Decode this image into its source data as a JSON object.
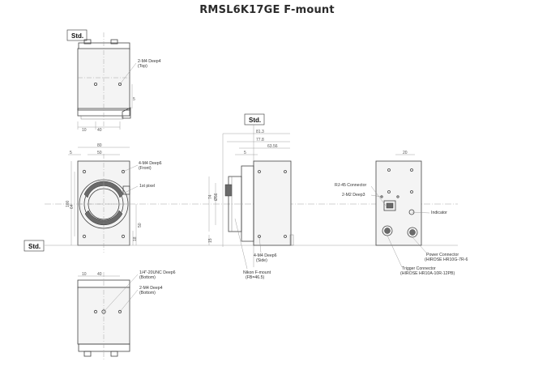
{
  "title": "RMSL6K17GE F-mount",
  "std_labels": {
    "top": "Std.",
    "side": "Std.",
    "left": "Std."
  },
  "callouts": {
    "top_thread": "2-M4 Deep4",
    "top_thread_sub": "(Top)",
    "front_thread": "4-M4 Deep6",
    "front_thread_sub": "(Front)",
    "first_pixel": "1st pixel",
    "bottom_thread1": "1/4\"-20UNC Deep6",
    "bottom_thread1_sub": "(Bottom)",
    "bottom_thread2": "2-M4 Deep4",
    "bottom_thread2_sub": "(Bottom)",
    "side_thread": "4-M4 Deep6",
    "side_thread_sub": "(Side)",
    "mount": "Nikon F-mount",
    "mount_sub": "(FB=46.5)",
    "rj45": "RJ-45 Connector",
    "m2": "2-M2 Deep3",
    "indicator": "Indicator",
    "power": "Power Connector",
    "power_sub": "(HIROSE HR10G-7R-6",
    "trigger": "Trigger Connector",
    "trigger_sub": "(HIROSE HR10A-10R-12PB)"
  },
  "dims": {
    "top_a": "10",
    "top_b": "40",
    "top_c": "5",
    "front_80": "80",
    "front_50": "50",
    "front_5": "5",
    "front_100": "100",
    "front_64": "64",
    "front_50v": "50",
    "front_18": "18",
    "side_813": "81.3",
    "side_778": "77.8",
    "side_6356": "63.56",
    "side_5": "5",
    "side_74": "74",
    "side_d": "Ø56",
    "side_15": "15",
    "rear_20": "20",
    "bot_10": "10",
    "bot_40": "40"
  }
}
